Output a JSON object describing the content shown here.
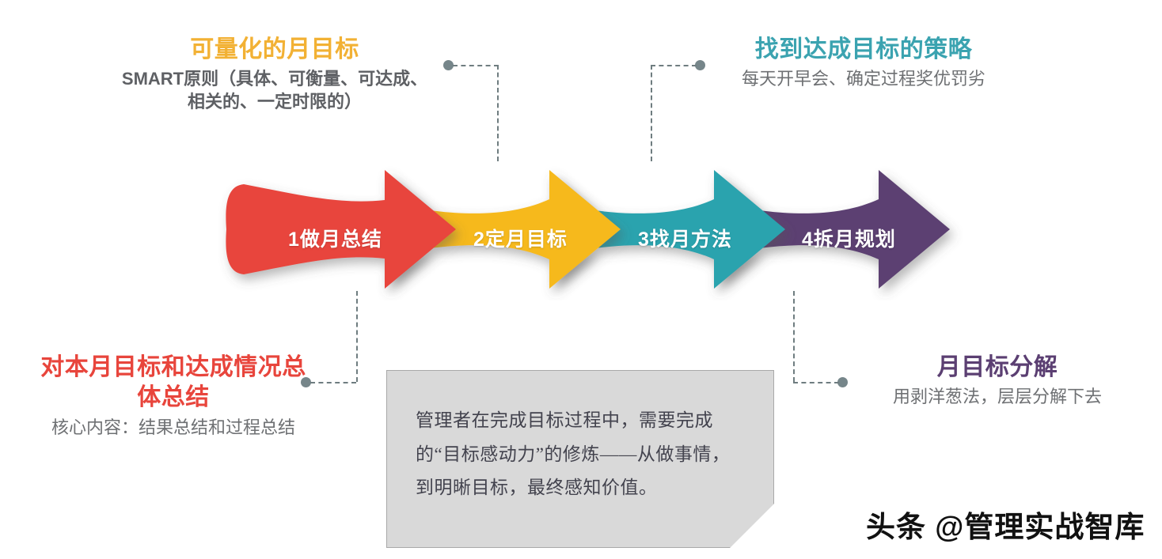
{
  "palette": {
    "step1_red": "#E8453C",
    "step2_yellow": "#F6B91E",
    "step3_teal": "#2BA3AE",
    "step4_purple": "#5B3F72",
    "connector_gray": "#6f7d80",
    "card_gray": "#d9d9d9",
    "body_text_gray": "#6e7073"
  },
  "arrows": [
    {
      "index": "1",
      "label": "1做月总结",
      "color": "#E8453C",
      "name": "做月总结"
    },
    {
      "index": "2",
      "label": "2定月目标",
      "color": "#F6B91E",
      "name": "定月目标"
    },
    {
      "index": "3",
      "label": "3找月方法",
      "color": "#2BA3AE",
      "name": "找月方法"
    },
    {
      "index": "4",
      "label": "4拆月规划",
      "color": "#5B3F72",
      "name": "拆月规划"
    }
  ],
  "annotations": {
    "quantifiable_goal": {
      "title": "可量化的月目标",
      "body": "SMART原则（具体、可衡量、可达成、相关的、一定时限的）",
      "color": "#F2B134"
    },
    "strategy": {
      "title": "找到达成目标的策略",
      "body": "每天开早会、确定过程奖优罚劣",
      "color": "#3BA3B0"
    },
    "summary": {
      "title": "对本月目标和达成情况总体总结",
      "body": "核心内容：结果总结和过程总结",
      "color": "#E8453C"
    },
    "breakdown": {
      "title": "月目标分解",
      "body": "用剥洋葱法，层层分解下去",
      "color": "#5B3F72"
    }
  },
  "note_card": {
    "text": "管理者在完成目标过程中，需要完成的“目标感动力”的修炼——从做事情，到明晰目标，最终感知价值。"
  },
  "watermark": {
    "text": "头条 @管理实战智库"
  }
}
